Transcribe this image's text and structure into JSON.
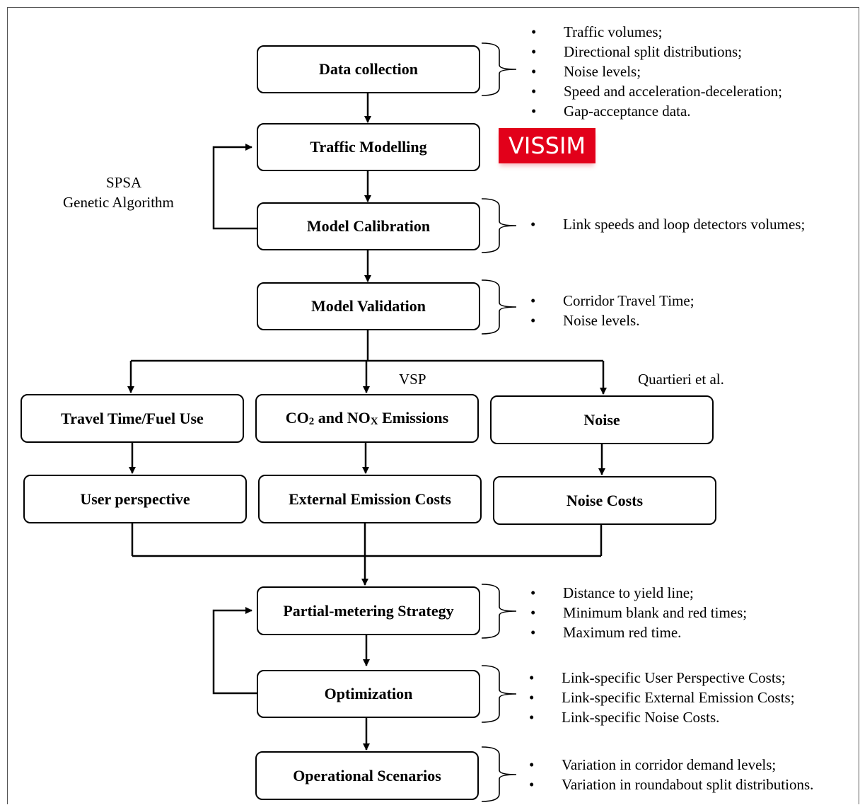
{
  "boxes": {
    "data_collection": "Data collection",
    "traffic_modelling": "Traffic Modelling",
    "model_calibration": "Model Calibration",
    "model_validation": "Model Validation",
    "travel_time_fuel": "Travel Time/Fuel Use",
    "emissions": {
      "co": "CO",
      "two": "2",
      "and_no": " and NO",
      "x": "X",
      "rest": " Emissions"
    },
    "noise": "Noise",
    "user_perspective": "User perspective",
    "external_emission_costs": "External Emission Costs",
    "noise_costs": "Noise Costs",
    "partial_metering": "Partial-metering Strategy",
    "optimization": "Optimization",
    "operational_scenarios": "Operational Scenarios"
  },
  "labels": {
    "spsa": "SPSA",
    "genetic_algorithm": "Genetic Algorithm",
    "vsp": "VSP",
    "quartieri": "Quartieri et al.",
    "vissim_logo": "VISSIM"
  },
  "notes": {
    "data_collection": [
      "Traffic volumes;",
      "Directional split distributions;",
      "Noise levels;",
      "Speed and acceleration-deceleration;",
      "Gap-acceptance data."
    ],
    "model_calibration": [
      "Link speeds and loop detectors volumes;"
    ],
    "model_validation": [
      "Corridor Travel Time;",
      "Noise levels."
    ],
    "partial_metering": [
      "Distance to yield line;",
      "Minimum blank and red times;",
      "Maximum red time."
    ],
    "optimization": [
      "Link-specific User Perspective Costs;",
      "Link-specific External Emission Costs;",
      "Link-specific Noise Costs."
    ],
    "operational_scenarios": [
      "Variation in corridor demand levels;",
      "Variation in roundabout split distributions."
    ]
  }
}
